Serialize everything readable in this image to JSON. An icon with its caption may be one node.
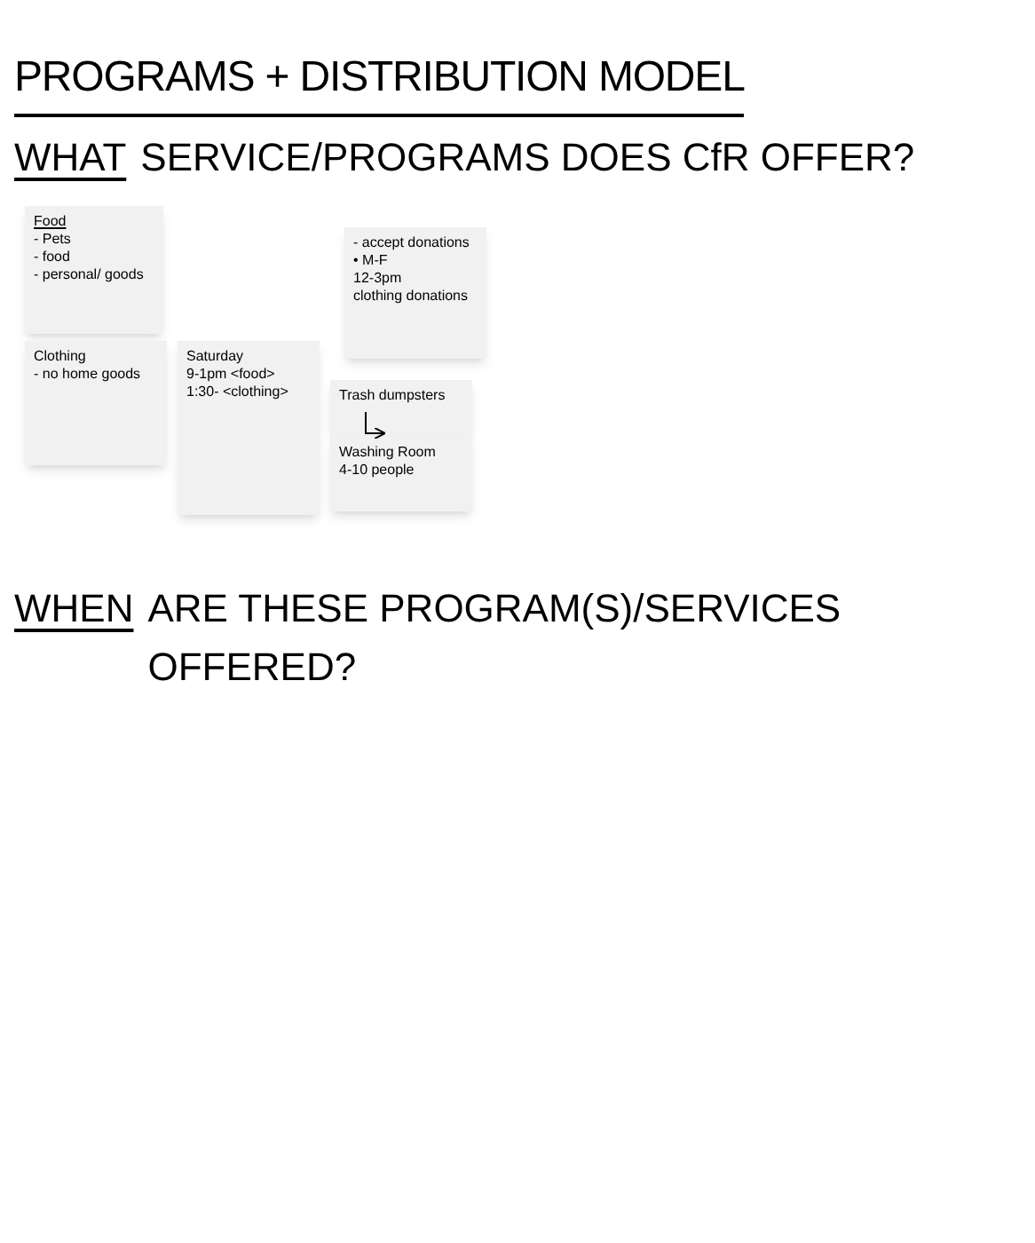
{
  "diagram": {
    "title": "PROGRAMS + DISTRIBUTION MODEL",
    "nodes": [
      {
        "text": [
          "Food",
          "- Pets",
          "- food",
          "- personal/ goods"
        ]
      },
      {
        "text": [
          "Clothing",
          "- no home goods"
        ]
      },
      {
        "text": [
          "Saturday",
          "9-1pm <food>",
          "1:30- <clothing>"
        ]
      },
      {
        "text": [
          "- accept donations",
          "• M-F",
          "12-3pm",
          "clothing donations"
        ]
      },
      {
        "text": [
          "Trash dumpsters"
        ]
      },
      {
        "text": [
          "Washing Room",
          "4-10 people"
        ]
      }
    ],
    "edges": [
      {
        "from": 4,
        "to": 5,
        "arrow": "to"
      }
    ],
    "labels": [
      "WHAT",
      "SERVICE/PROGRAMS DOES CfR OFFER?",
      "WHEN",
      "ARE THESE PROGRAM(S)/SERVICES OFFERED?"
    ]
  }
}
